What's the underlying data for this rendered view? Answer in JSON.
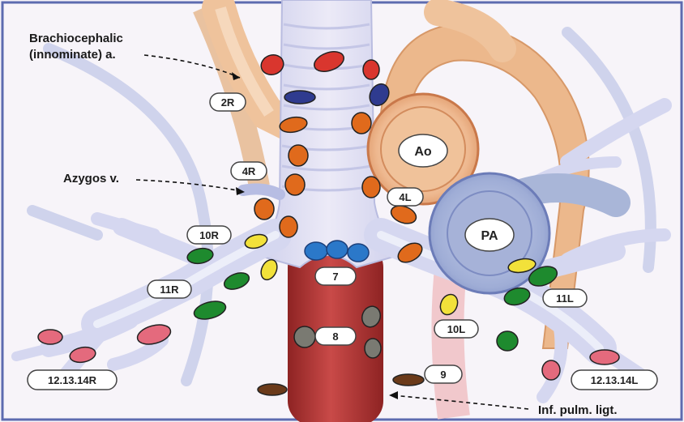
{
  "annotations": {
    "brachiocephalic_line1": "Brachiocephalic",
    "brachiocephalic_line2": "(innominate) a.",
    "azygos": "Azygos v.",
    "inf_pulm_ligt": "Inf. pulm. ligt."
  },
  "vessel_labels": {
    "aorta": "Ao",
    "pulmonary_artery": "PA"
  },
  "station_labels": {
    "s2R": "2R",
    "s4R": "4R",
    "s4L": "4L",
    "s10R": "10R",
    "s11R": "11R",
    "s7": "7",
    "s8": "8",
    "s9": "9",
    "s10L": "10L",
    "s11L": "11L",
    "s12_14R": "12.13.14R",
    "s12_14L": "12.13.14L"
  },
  "colors": {
    "background": "#f7f4f9",
    "airway": "#dfe0f2",
    "airway_edge": "#b9bce0",
    "aorta": "#e9b68b",
    "esophagus": "#b33a3a",
    "pulmonary_artery": "#a9b6d8",
    "node_red": "#d9362e",
    "node_navy": "#2f3b8f",
    "node_orange": "#e06a1c",
    "node_yellow": "#f2e13a",
    "node_green": "#1e8a2e",
    "node_pink": "#e46a7d",
    "node_blue": "#2b78c9",
    "node_gray": "#7a7a72",
    "node_brown": "#6b3a1a"
  }
}
